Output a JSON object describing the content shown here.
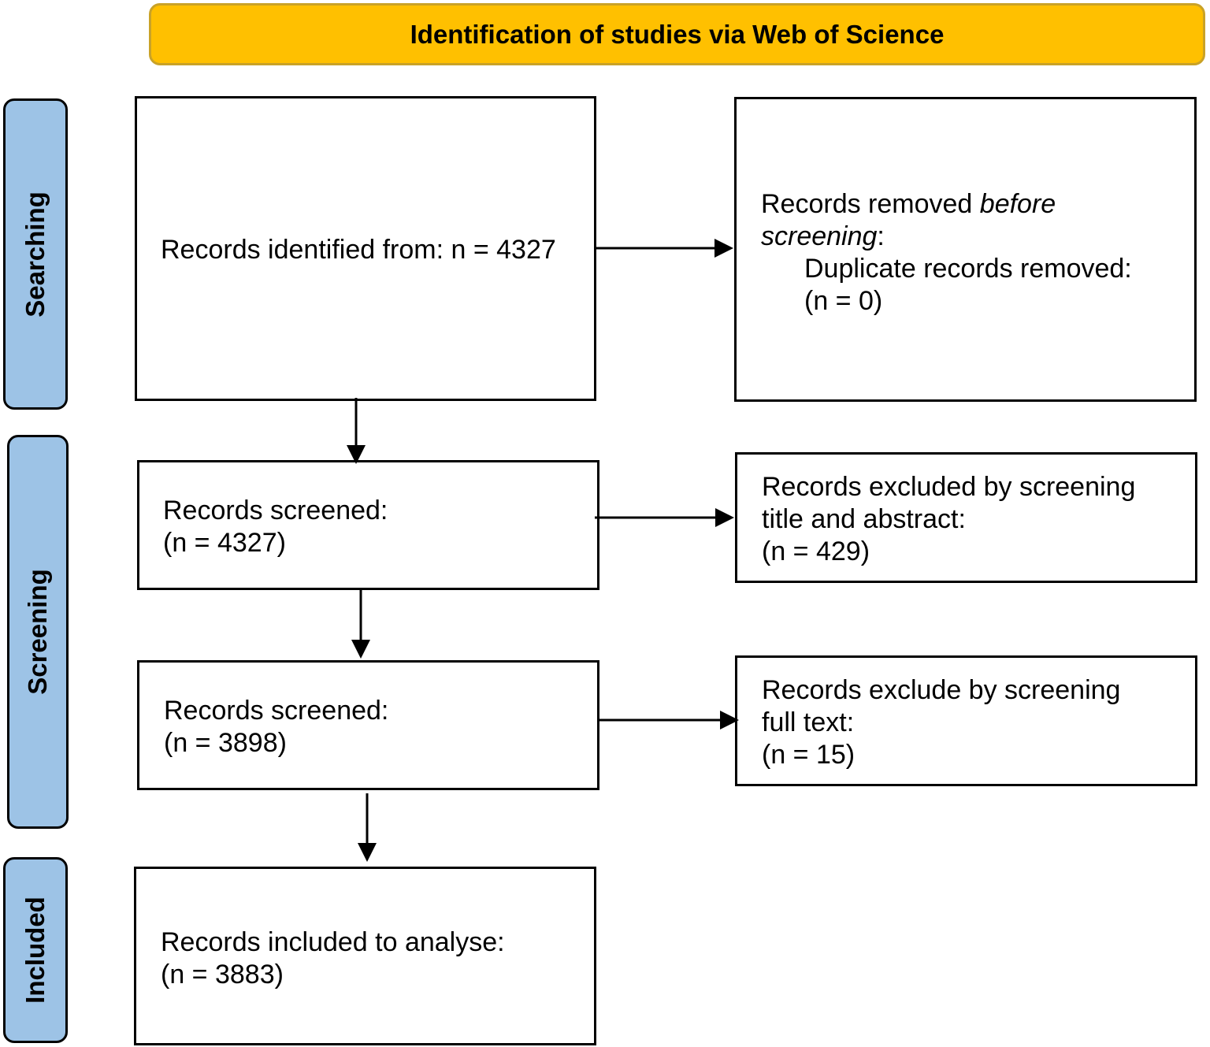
{
  "header": {
    "title": "Identification of studies via Web of Science"
  },
  "colors": {
    "header_fill": "#FFC000",
    "phase_fill": "#9DC3E6",
    "line": "#000000"
  },
  "phases": [
    {
      "label": "Searching"
    },
    {
      "label": "Screening"
    },
    {
      "label": "Included"
    }
  ],
  "boxes": {
    "identified": {
      "line1": "Records identified from: n = 4327"
    },
    "removed": {
      "line1a": "Records removed ",
      "line1b": "before",
      "line2a": "screening",
      "line2b": ":",
      "line3": "Duplicate records removed:",
      "line4": "(n = 0)"
    },
    "screened1": {
      "line1": "Records screened:",
      "line2": "(n = 4327)"
    },
    "excluded_title": {
      "line1": "Records excluded by screening",
      "line2": "title and abstract:",
      "line3": "(n = 429)"
    },
    "screened2": {
      "line1": "Records screened:",
      "line2": "(n = 3898)"
    },
    "excluded_fulltext": {
      "line1": "Records exclude by screening",
      "line2": "full text:",
      "line3": "(n = 15)"
    },
    "included": {
      "line1": "Records included to analyse:",
      "line2": "(n = 3883)"
    }
  }
}
